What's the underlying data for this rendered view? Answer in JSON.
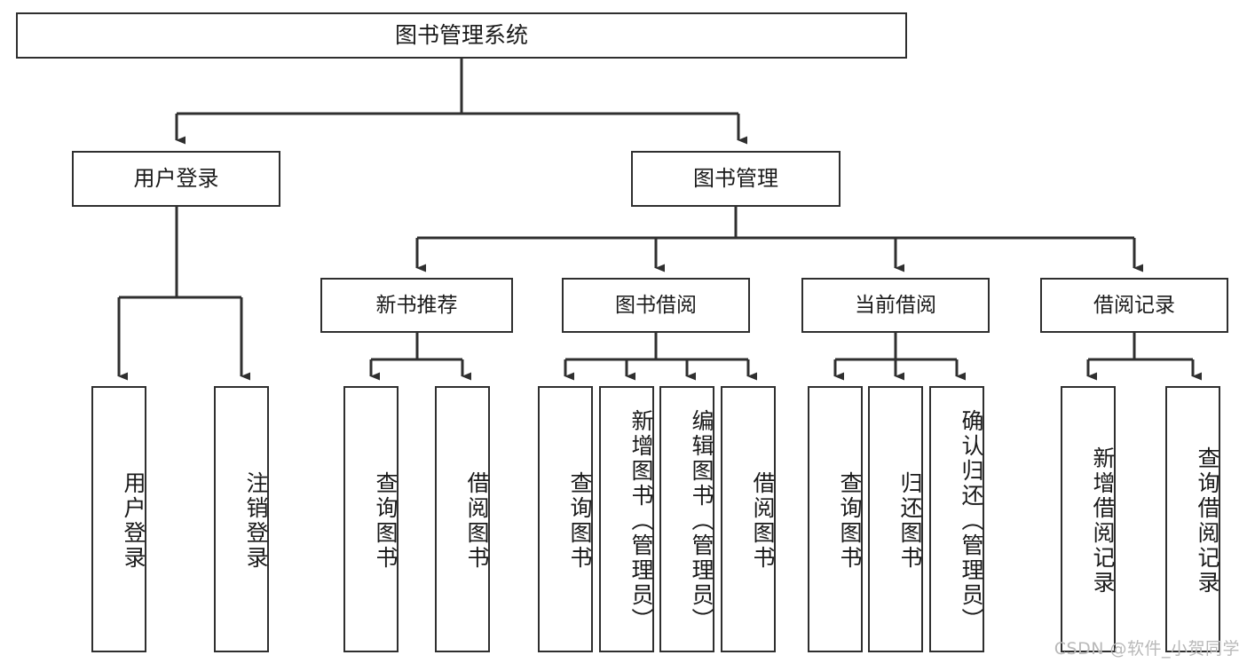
{
  "diagram": {
    "type": "tree-hierarchy",
    "title": "图书管理系统",
    "root": {
      "id": "root",
      "label": "图书管理系统",
      "level": 1
    },
    "level2": [
      {
        "id": "user-login",
        "label": "用户登录"
      },
      {
        "id": "book-management",
        "label": "图书管理"
      }
    ],
    "level3": [
      {
        "id": "new-book-recommend",
        "label": "新书推荐",
        "parent": "book-management"
      },
      {
        "id": "book-borrow",
        "label": "图书借阅",
        "parent": "book-management"
      },
      {
        "id": "current-borrow",
        "label": "当前借阅",
        "parent": "book-management"
      },
      {
        "id": "borrow-record",
        "label": "借阅记录",
        "parent": "book-management"
      }
    ],
    "leaves": [
      {
        "id": "leaf-user-login",
        "label": "用户登录",
        "parent": "user-login"
      },
      {
        "id": "leaf-logout-login",
        "label": "注销登录",
        "parent": "user-login"
      },
      {
        "id": "leaf-query-book-1",
        "label": "查询图书",
        "parent": "new-book-recommend"
      },
      {
        "id": "leaf-borrow-book-1",
        "label": "借阅图书",
        "parent": "new-book-recommend"
      },
      {
        "id": "leaf-query-book-2",
        "label": "查询图书",
        "parent": "book-borrow"
      },
      {
        "id": "leaf-add-book",
        "label": "新增图书（管理员）",
        "parent": "book-borrow"
      },
      {
        "id": "leaf-edit-book",
        "label": "编辑图书（管理员）",
        "parent": "book-borrow"
      },
      {
        "id": "leaf-borrow-book-2",
        "label": "借阅图书",
        "parent": "book-borrow"
      },
      {
        "id": "leaf-query-book-3",
        "label": "查询图书",
        "parent": "current-borrow"
      },
      {
        "id": "leaf-return-book",
        "label": "归还图书",
        "parent": "current-borrow"
      },
      {
        "id": "leaf-confirm-return",
        "label": "确认归还（管理员）",
        "parent": "current-borrow"
      },
      {
        "id": "leaf-add-record",
        "label": "新增借阅记录",
        "parent": "borrow-record"
      },
      {
        "id": "leaf-query-record",
        "label": "查询借阅记录",
        "parent": "borrow-record"
      }
    ],
    "colors": {
      "stroke": "#2f2f2f",
      "fill": "#ffffff",
      "text": "#1a1a1a",
      "watermark": "#b9b9b9"
    }
  },
  "watermark": {
    "text": "CSDN @软件_小贺同学"
  }
}
